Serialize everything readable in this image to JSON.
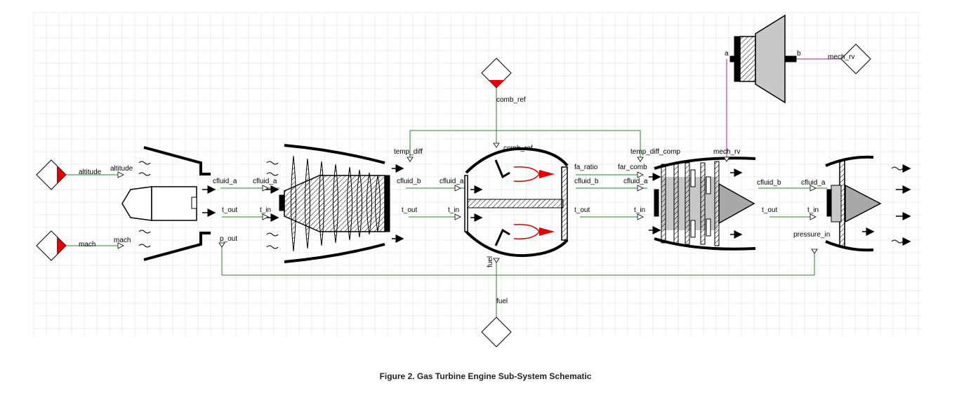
{
  "caption": "Figure 2. Gas Turbine Engine Sub-System Schematic",
  "inputs": {
    "altitude_src": "altitude",
    "altitude_port": "altitude",
    "mach_src": "mach",
    "mach_port": "mach",
    "comb_ref_src": "comb_ref",
    "comb_ref_port": "comb_ref",
    "fuel_src": "fuel",
    "fuel_port": "fuel",
    "mech_rv_src": "mech_rv",
    "mech_rv_port": "mech_rv"
  },
  "inlet": {
    "cfluid": "cfluid_a",
    "t_out": "t_out",
    "p_out": "p_out"
  },
  "compressor": {
    "cfluid_a": "cfluid_a",
    "t_in": "t_in",
    "cfluid_b": "cfluid_b",
    "t_out": "t_out",
    "temp_diff": "temp_diff"
  },
  "combustor": {
    "cfluid_a": "cfluid_a",
    "t_in": "t_in",
    "cfluid_b": "cfluid_b",
    "t_out": "t_out",
    "fa_ratio": "fa_ratio"
  },
  "turbine": {
    "far_comb": "far_comb",
    "cfluid_a": "cfluid_a",
    "t_in": "t_in",
    "temp_diff_comp": "temp_diff_comp",
    "cfluid_b": "cfluid_b",
    "t_out": "t_out"
  },
  "nozzle": {
    "cfluid_a": "cfluid_a",
    "t_in": "t_in",
    "pressure_in": "pressure_in"
  },
  "load": {
    "port_a": "a",
    "port_b": "b"
  },
  "colors": {
    "wire": "#2e7d32",
    "mech_wire": "#a020a0",
    "source_fill": "#e00000"
  }
}
